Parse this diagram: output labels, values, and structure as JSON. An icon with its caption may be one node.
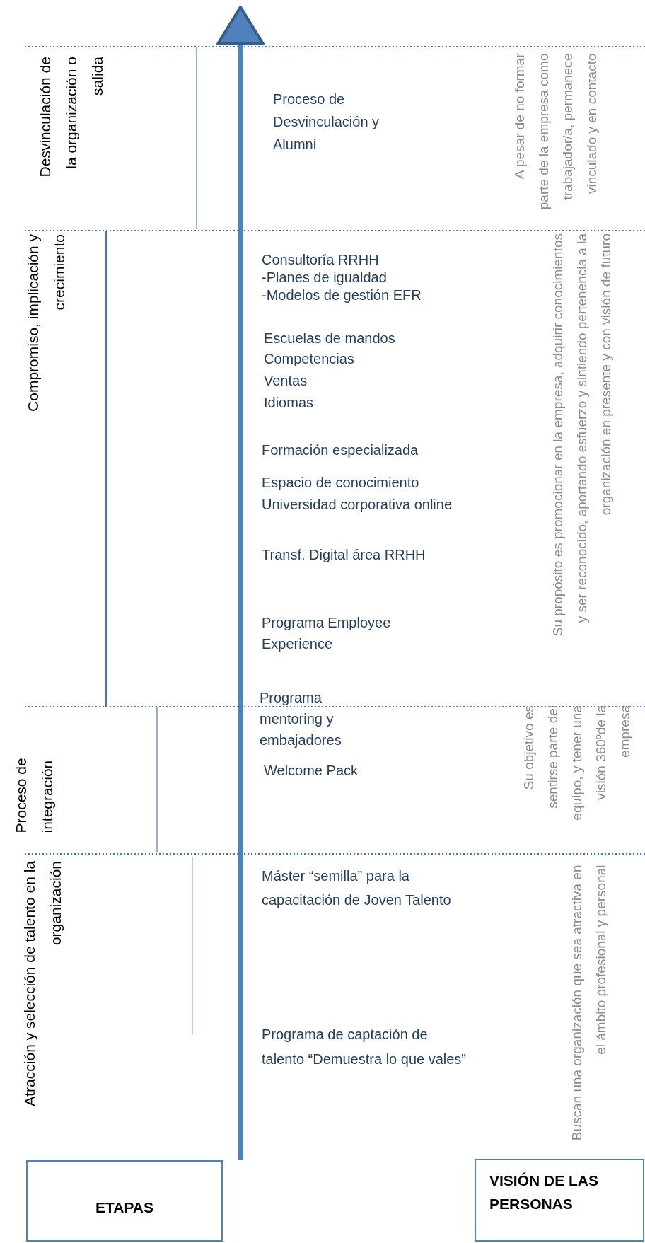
{
  "diagram": {
    "nodes": [
      {
        "text": [
          "ETAPAS"
        ]
      },
      {
        "text": [
          "VISIÓN DE LAS PERSONAS"
        ]
      }
    ],
    "labels": [
      "Desvinculación de la organización o salida",
      "Proceso de Desvinculación y Alumni",
      "A pesar de no formar parte de la empresa como trabajador/a, permanece vinculado y en contacto",
      "Compromiso, implicación y crecimiento",
      "Consultoría RRHH",
      "-Planes de igualdad",
      "-Modelos de gestión EFR",
      "Escuelas de mandos",
      "Competencias",
      "Ventas",
      "Idiomas",
      "Formación especializada",
      "Espacio de conocimiento",
      "Universidad corporativa online",
      "Transf. Digital  área RRHH",
      "Programa Employee Experience",
      "Su propósito es promocionar en la empresa, adquirir conocimientos y ser reconocido, aportando esfuerzo y sintiendo pertenencia a la organización en presente y con visión de futuro",
      "Proceso de integración",
      "Programa mentoring y embajadores",
      "Welcome Pack",
      "Su objetivo es sentirse parte del equipo, y tener una visión 360ºde la empresa",
      "Atracción y selección de talento en la organización",
      "Máster “semilla” para la capacitación de Joven Talento",
      "Programa de captación de talento “Demuestra lo que vales”",
      "Buscan una organización que sea atractiva en el ámbito profesional y personal"
    ]
  }
}
